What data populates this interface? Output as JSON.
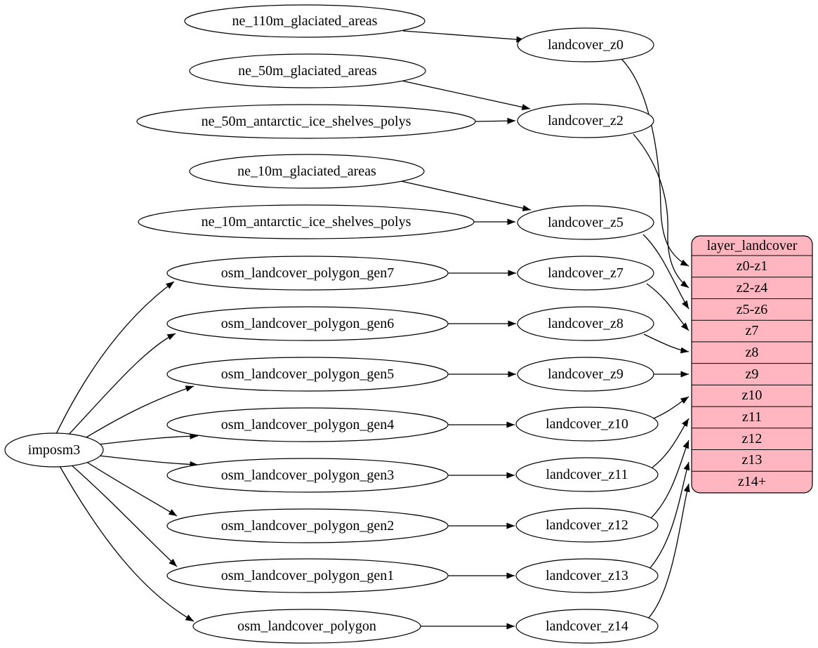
{
  "diagram": {
    "type": "graphviz-flow",
    "colors": {
      "background": "#ffffff",
      "node_fill": "#ffffff",
      "stroke": "#000000",
      "table_fill": "#ffb6c1"
    },
    "nodes": {
      "imposm3": {
        "label": "imposm3"
      },
      "ne_110m_glaciated_areas": {
        "label": "ne_110m_glaciated_areas"
      },
      "ne_50m_glaciated_areas": {
        "label": "ne_50m_glaciated_areas"
      },
      "ne_50m_antarctic_ice_shelves_polys": {
        "label": "ne_50m_antarctic_ice_shelves_polys"
      },
      "ne_10m_glaciated_areas": {
        "label": "ne_10m_glaciated_areas"
      },
      "ne_10m_antarctic_ice_shelves_polys": {
        "label": "ne_10m_antarctic_ice_shelves_polys"
      },
      "osm_landcover_polygon_gen7": {
        "label": "osm_landcover_polygon_gen7"
      },
      "osm_landcover_polygon_gen6": {
        "label": "osm_landcover_polygon_gen6"
      },
      "osm_landcover_polygon_gen5": {
        "label": "osm_landcover_polygon_gen5"
      },
      "osm_landcover_polygon_gen4": {
        "label": "osm_landcover_polygon_gen4"
      },
      "osm_landcover_polygon_gen3": {
        "label": "osm_landcover_polygon_gen3"
      },
      "osm_landcover_polygon_gen2": {
        "label": "osm_landcover_polygon_gen2"
      },
      "osm_landcover_polygon_gen1": {
        "label": "osm_landcover_polygon_gen1"
      },
      "osm_landcover_polygon": {
        "label": "osm_landcover_polygon"
      },
      "landcover_z0": {
        "label": "landcover_z0"
      },
      "landcover_z2": {
        "label": "landcover_z2"
      },
      "landcover_z5": {
        "label": "landcover_z5"
      },
      "landcover_z7": {
        "label": "landcover_z7"
      },
      "landcover_z8": {
        "label": "landcover_z8"
      },
      "landcover_z9": {
        "label": "landcover_z9"
      },
      "landcover_z10": {
        "label": "landcover_z10"
      },
      "landcover_z11": {
        "label": "landcover_z11"
      },
      "landcover_z12": {
        "label": "landcover_z12"
      },
      "landcover_z13": {
        "label": "landcover_z13"
      },
      "landcover_z14": {
        "label": "landcover_z14"
      }
    },
    "table": {
      "title": "layer_landcover",
      "fill": "#ffb6c1",
      "rows": [
        "z0-z1",
        "z2-z4",
        "z5-z6",
        "z7",
        "z8",
        "z9",
        "z10",
        "z11",
        "z12",
        "z13",
        "z14+"
      ]
    },
    "edges": [
      {
        "from": "imposm3",
        "to": "osm_landcover_polygon_gen7"
      },
      {
        "from": "imposm3",
        "to": "osm_landcover_polygon_gen6"
      },
      {
        "from": "imposm3",
        "to": "osm_landcover_polygon_gen5"
      },
      {
        "from": "imposm3",
        "to": "osm_landcover_polygon_gen4"
      },
      {
        "from": "imposm3",
        "to": "osm_landcover_polygon_gen3"
      },
      {
        "from": "imposm3",
        "to": "osm_landcover_polygon_gen2"
      },
      {
        "from": "imposm3",
        "to": "osm_landcover_polygon_gen1"
      },
      {
        "from": "imposm3",
        "to": "osm_landcover_polygon"
      },
      {
        "from": "ne_110m_glaciated_areas",
        "to": "landcover_z0"
      },
      {
        "from": "ne_50m_glaciated_areas",
        "to": "landcover_z2"
      },
      {
        "from": "ne_50m_antarctic_ice_shelves_polys",
        "to": "landcover_z2"
      },
      {
        "from": "ne_10m_glaciated_areas",
        "to": "landcover_z5"
      },
      {
        "from": "ne_10m_antarctic_ice_shelves_polys",
        "to": "landcover_z5"
      },
      {
        "from": "osm_landcover_polygon_gen7",
        "to": "landcover_z7"
      },
      {
        "from": "osm_landcover_polygon_gen6",
        "to": "landcover_z8"
      },
      {
        "from": "osm_landcover_polygon_gen5",
        "to": "landcover_z9"
      },
      {
        "from": "osm_landcover_polygon_gen4",
        "to": "landcover_z10"
      },
      {
        "from": "osm_landcover_polygon_gen3",
        "to": "landcover_z11"
      },
      {
        "from": "osm_landcover_polygon_gen2",
        "to": "landcover_z12"
      },
      {
        "from": "osm_landcover_polygon_gen1",
        "to": "landcover_z13"
      },
      {
        "from": "osm_landcover_polygon",
        "to": "landcover_z14"
      },
      {
        "from": "landcover_z0",
        "to": "layer_landcover:z0-z1"
      },
      {
        "from": "landcover_z2",
        "to": "layer_landcover:z2-z4"
      },
      {
        "from": "landcover_z5",
        "to": "layer_landcover:z5-z6"
      },
      {
        "from": "landcover_z7",
        "to": "layer_landcover:z7"
      },
      {
        "from": "landcover_z8",
        "to": "layer_landcover:z8"
      },
      {
        "from": "landcover_z9",
        "to": "layer_landcover:z9"
      },
      {
        "from": "landcover_z10",
        "to": "layer_landcover:z10"
      },
      {
        "from": "landcover_z11",
        "to": "layer_landcover:z11"
      },
      {
        "from": "landcover_z12",
        "to": "layer_landcover:z12"
      },
      {
        "from": "landcover_z13",
        "to": "layer_landcover:z13"
      },
      {
        "from": "landcover_z14",
        "to": "layer_landcover:z14+"
      }
    ]
  }
}
